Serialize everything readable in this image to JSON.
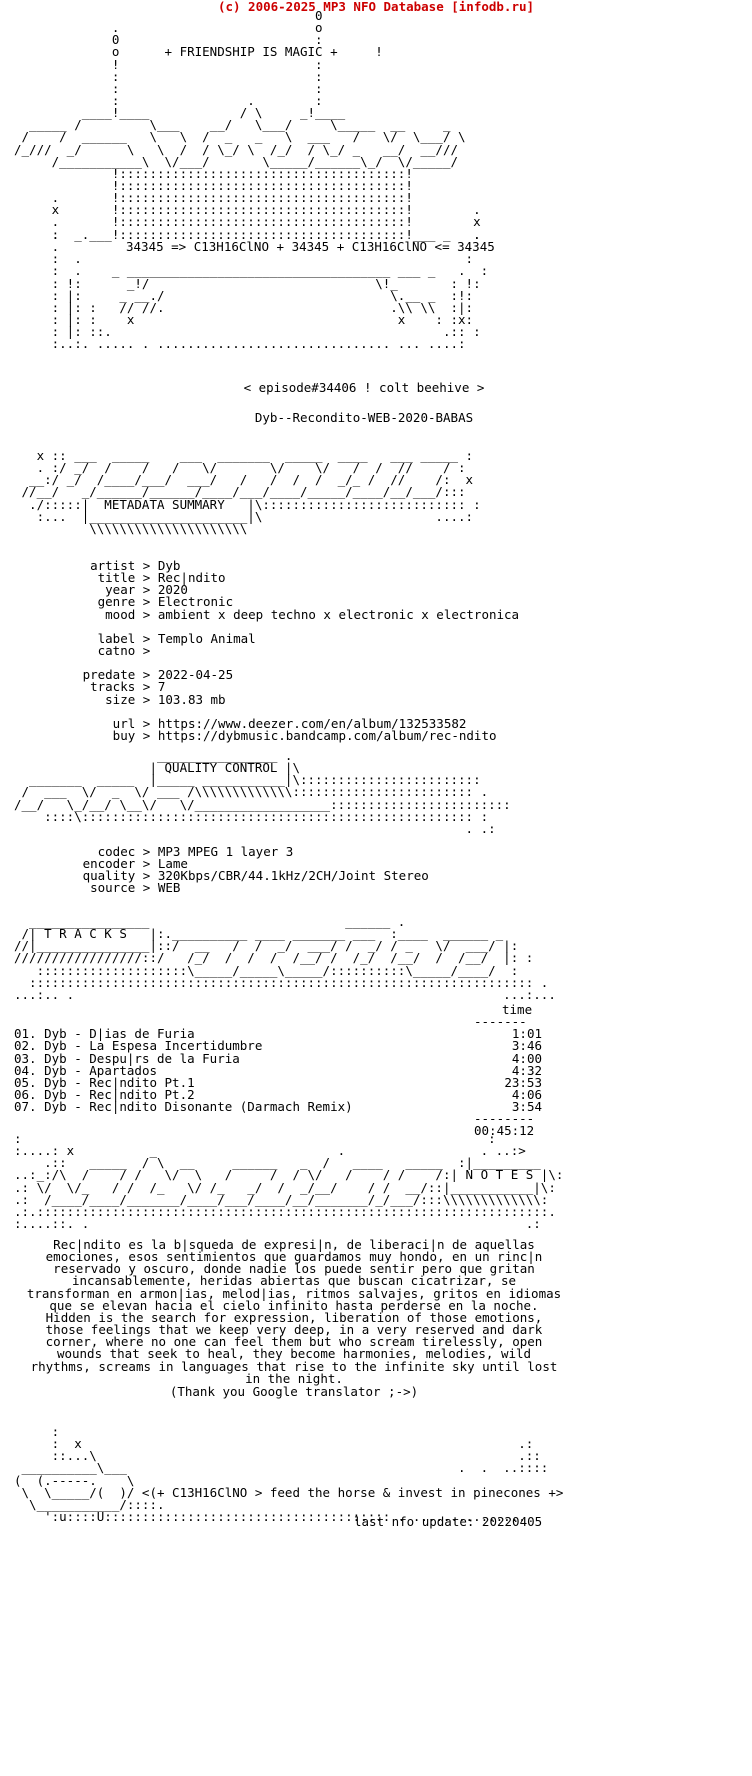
{
  "header_credit": "(c) 2006-2025 MP3 NFO Database [infodb.ru]",
  "banner_top": [
    "                                        0",
    "             .                          o",
    "             0                          :",
    "             o      + FRIENDSHIP IS MAGIC +     !",
    "             !                          :",
    "             :                          :",
    "             :                          :",
    "             :                 .        :",
    "         ____!____            / \\     _!____",
    "  _____ /         \\___    __/   \\___/     \\_____  __     _",
    " /    /  ______   \\   \\  /  _   _   \\  ___   /   \\/  \\___/ \\",
    "/_///  _/      \\   \\  /  / \\_/ \\  /_/  / \\_/ _   __/  __///",
    "     /___________\\  \\/___/       \\_____/______\\_/  \\/_____/",
    "             !::::::::::::::::::::::::::::::::::::::!",
    "             !::::::::::::::::::::::::::::::::::::::!",
    "     .       !::::::::::::::::::::::::::::::::::::::!",
    "     x       !::::::::::::::::::::::::::::::::::::::!        .",
    "     .       !::::::::::::::::::::::::::::::::::::::!        x",
    "     :  _ ___!::::::::::::::::::::::::::::::::::::::!___ _   ."
  ],
  "formula_line": "34345 => C13H16ClNO + 34345 + C13H16ClNO <= 34345",
  "banner_mid": [
    "     .   .                                                   .",
    "     .                                                      .",
    "     :  .                                                   :",
    "     :  .    _ ___________________________________ ___ _   .  :",
    "     : !:      _!/                              \\!_       : !:",
    "     : |:     _ __./                              \\.__ _  :!:",
    "     : |: :   // //.                              .\\\\ \\\\  :|:",
    "     : |: :    x                                   x    : :x:",
    "     : |: ::.                                            .:: :",
    "     :..:. ..... . ............................... ... ....:"
  ],
  "episode": "< episode#34406 ! colt beehive >",
  "release_name": "Dyb--Recondito-WEB-2020-BABAS",
  "metadata_banner": [
    "   x :: ___  _____    ___  _______  _____  ____   ___ _____ :  ",
    "   . :/ _/  /    /   /   \\/       \\/    \\/   /  /  //    / :  ",
    "  __:/ _/  /____/___/  ___/   /   /  /  /  _/_ /  //    /:  x",
    " //__/   _/______/______/____/___/____/_____/____/__/___/::: ",
    "  ./:::::|  METADATA SUMMARY   |\\::::::::::::::::::::::::::: :",
    "   :...  |_____________________|\\                       ....:",
    "          \\\\\\\\\\\\\\\\\\\\\\\\\\\\\\\\\\\\\\\\\\"
  ],
  "metadata": {
    "artist": "Dyb",
    "title": "Rec|ndito",
    "year": "2020",
    "genre": "Electronic",
    "mood": "ambient x deep techno x electronic x electronica",
    "label": "Templo Animal",
    "catno": "",
    "predate": "2022-04-25",
    "tracks": "7",
    "size": "103.83 mb",
    "url": "https://www.deezer.com/en/album/132533582",
    "buy": "https://dybmusic.bandcamp.com/album/rec-ndito"
  },
  "quality_banner": [
    "                   ________________ .",
    "                  | QUALITY CONTROL |\\",
    "  _______  _____  |_____ ___________|\\::::::::::::::::::::::::",
    " /  ___  \\/  _  \\/ ___ /\\\\\\\\\\\\\\\\\\\\\\\\\\:::::::::::::::::::::::: .",
    "/__/   \\_/__/ \\__\\/   \\/__________________::::::::::::::::::::::::",
    "    ::::\\:::::::::::::::::::::::::::::::::::::::::::::::::::: :",
    "                                                            . .:"
  ],
  "quality": {
    "codec": "MP3 MPEG 1 layer 3",
    "encoder": "Lame",
    "quality": "320Kbps/CBR/44.1kHz/2CH/Joint Stereo",
    "source": "WEB"
  },
  "tracks_banner": [
    "  ________________                          ______ .",
    " /| T R A C K S   |:.__________ ____ _______ ___  :____  ______ _",
    "//|_______________|::/  __   /  /  _/  ___/ /  _/ / _   \\/  ___/ |:",
    "/////////////////::/   /_/  /  /  /  /__/ /  /_/  /__/  /  /__/  |: :",
    "   ::::::::::::::::::::\\_____/_____\\_____/::::::::::\\_____/____/  :",
    "  ::::::::::::::::::::::::::::::::::::::::::::::::::::::::::::::::::: .",
    "...:.. .                                                         ...:..."
  ],
  "tracks_header": "time",
  "tracks": [
    {
      "num": "01.",
      "artist": "Dyb",
      "title": "D|ias de Furia",
      "time": "1:01"
    },
    {
      "num": "02.",
      "artist": "Dyb",
      "title": "La Espesa Incertidumbre",
      "time": "3:46"
    },
    {
      "num": "03.",
      "artist": "Dyb",
      "title": "Despu|rs de la Furia",
      "time": "4:00"
    },
    {
      "num": "04.",
      "artist": "Dyb",
      "title": "Apartados",
      "time": "4:32"
    },
    {
      "num": "05.",
      "artist": "Dyb",
      "title": "Rec|ndito Pt.1",
      "time": "23:53"
    },
    {
      "num": "06.",
      "artist": "Dyb",
      "title": "Rec|ndito Pt.2",
      "time": "4:06"
    },
    {
      "num": "07.",
      "artist": "Dyb",
      "title": "Rec|ndito Disonante (Darmach Remix)",
      "time": "3:54"
    }
  ],
  "total_time": "00:45:12",
  "notes_banner": [
    ":                                                              :",
    ":....: x          _                        .                  . ..:>",
    "    .::   _____  / \\  __     ______   _  /   ____   _____  :|_________",
    "..:_:/\\  /    / /   \\/  \\   /     /  / \\/   /    / /    /:| N O T E S |\\:",
    ".: \\/  \\/_   / /  /_   \\/ /_   _/  /  _/__/    / /  __/::|___________|\\:",
    ".:  /____/____/_______/____/___/____/__/_______/_/___/:::\\\\\\\\\\\\\\\\\\\\\\\\\\:",
    ".:.::::::::::::::::::::::::::::::::::::::::::::::::::::::::::::::::::::.",
    ":....::. .                                                          .:"
  ],
  "notes_es": [
    "Rec|ndito es la b|squeda de expresi|n, de liberaci|n de aquellas",
    "emociones, esos sentimientos que guardamos muy hondo, en un rinc|n",
    "reservado y oscuro, donde nadie los puede sentir pero que gritan",
    "incansablemente, heridas abiertas que buscan cicatrizar, se",
    "transforman en armon|ias, melod|ias, ritmos salvajes, gritos en idiomas",
    "que se elevan hacia el cielo infinito hasta perderse en la noche."
  ],
  "notes_en": [
    "Hidden is the search for expression, liberation of those emotions,",
    "those feelings that we keep very deep, in a very reserved and dark",
    "corner, where no one can feel them but who scream tirelessly, open",
    "wounds that seek to heal, they become harmonies, melodies, wild",
    "rhythms, screams in languages that rise to the infinite sky until lost",
    "in the night."
  ],
  "thanks": "(Thank you Google translator ;->)",
  "footer_art": [
    "     :",
    "     :  x                                                          .:",
    "     ::...\\                                                        .::",
    " __________\\___                                            .  .  ..::::",
    "(  (.-----.    \\",
    " \\  \\_____/(  )/ <(+ C13H16ClNO > feed the horse & invest in pinecones +>",
    "  \\___________/::::.",
    "    ':u::::U:::::::::::::::::::::::::::::::::::::: . ..............."
  ],
  "last_update": "last nfo update: 20220405"
}
